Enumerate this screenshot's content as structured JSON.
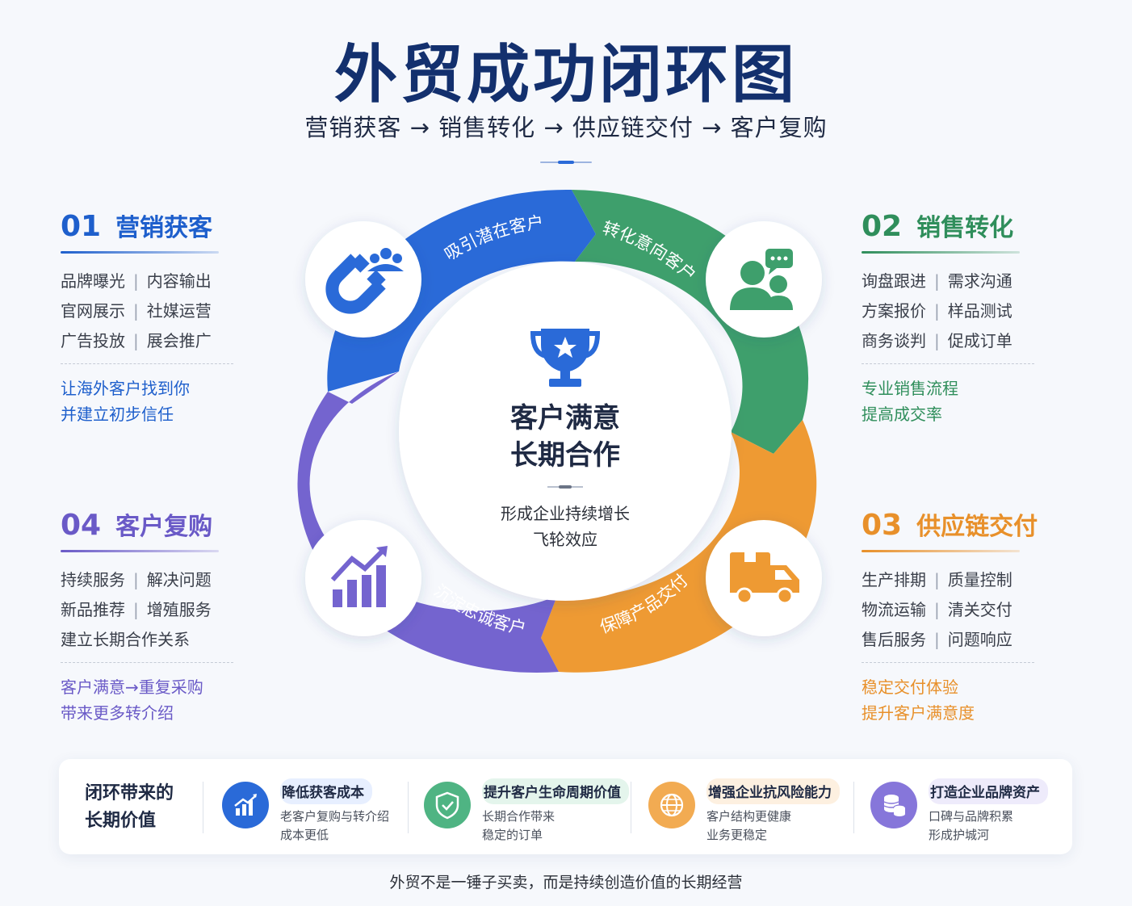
{
  "title": "外贸成功闭环图",
  "subtitle": "营销获客 → 销售转化 → 供应链交付 → 客户复购",
  "colors": {
    "blue": "#2a6ad8",
    "green": "#3e9f6c",
    "orange": "#ee9a33",
    "purple": "#7464cf",
    "navy": "#13306e"
  },
  "center": {
    "icon": "trophy-icon",
    "title_line1": "客户满意",
    "title_line2": "长期合作",
    "sub_line1": "形成企业持续增长",
    "sub_line2": "飞轮效应"
  },
  "ring": [
    {
      "label": "吸引潜在客户",
      "icon": "magnet-people-icon",
      "color": "#2a6ad8"
    },
    {
      "label": "转化意向客户",
      "icon": "chat-people-icon",
      "color": "#3e9f6c"
    },
    {
      "label": "保障产品交付",
      "icon": "truck-box-icon",
      "color": "#ee9a33"
    },
    {
      "label": "沉淀忠诚客户",
      "icon": "growth-chart-icon",
      "color": "#7464cf"
    }
  ],
  "panels": [
    {
      "num": "01",
      "title": "营销获客",
      "color": "#1e5fcc",
      "lines": [
        [
          "品牌曝光",
          "内容输出"
        ],
        [
          "官网展示",
          "社媒运营"
        ],
        [
          "广告投放",
          "展会推广"
        ]
      ],
      "notes": [
        "让海外客户找到你",
        "并建立初步信任"
      ]
    },
    {
      "num": "02",
      "title": "销售转化",
      "color": "#2f8e5b",
      "lines": [
        [
          "询盘跟进",
          "需求沟通"
        ],
        [
          "方案报价",
          "样品测试"
        ],
        [
          "商务谈判",
          "促成订单"
        ]
      ],
      "notes": [
        "专业销售流程",
        "提高成交率"
      ]
    },
    {
      "num": "03",
      "title": "供应链交付",
      "color": "#e8902a",
      "lines": [
        [
          "生产排期",
          "质量控制"
        ],
        [
          "物流运输",
          "清关交付"
        ],
        [
          "售后服务",
          "问题响应"
        ]
      ],
      "notes": [
        "稳定交付体验",
        "提升客户满意度"
      ]
    },
    {
      "num": "04",
      "title": "客户复购",
      "color": "#6a5ac7",
      "lines": [
        [
          "持续服务",
          "解决问题"
        ],
        [
          "新品推荐",
          "增殖服务"
        ],
        [
          "建立长期合作关系"
        ]
      ],
      "notes": [
        "客户满意→重复采购",
        "带来更多转介绍"
      ]
    }
  ],
  "bottom": {
    "title_line1": "闭环带来的",
    "title_line2": "长期价值",
    "items": [
      {
        "head": "降低获客成本",
        "desc1": "老客户复购与转介绍",
        "desc2": "成本更低",
        "icon": "bar-growth-icon",
        "color": "#2a6ad8"
      },
      {
        "head": "提升客户生命周期价值",
        "desc1": "长期合作带来",
        "desc2": "稳定的订单",
        "icon": "shield-check-icon",
        "color": "#3e9f6c"
      },
      {
        "head": "增强企业抗风险能力",
        "desc1": "客户结构更健康",
        "desc2": "业务更稳定",
        "icon": "globe-icon",
        "color": "#ee9a33"
      },
      {
        "head": "打造企业品牌资产",
        "desc1": "口碑与品牌积累",
        "desc2": "形成护城河",
        "icon": "coins-icon",
        "color": "#7464cf"
      }
    ]
  },
  "footer": "外贸不是一锤子买卖，而是持续创造价值的长期经营"
}
